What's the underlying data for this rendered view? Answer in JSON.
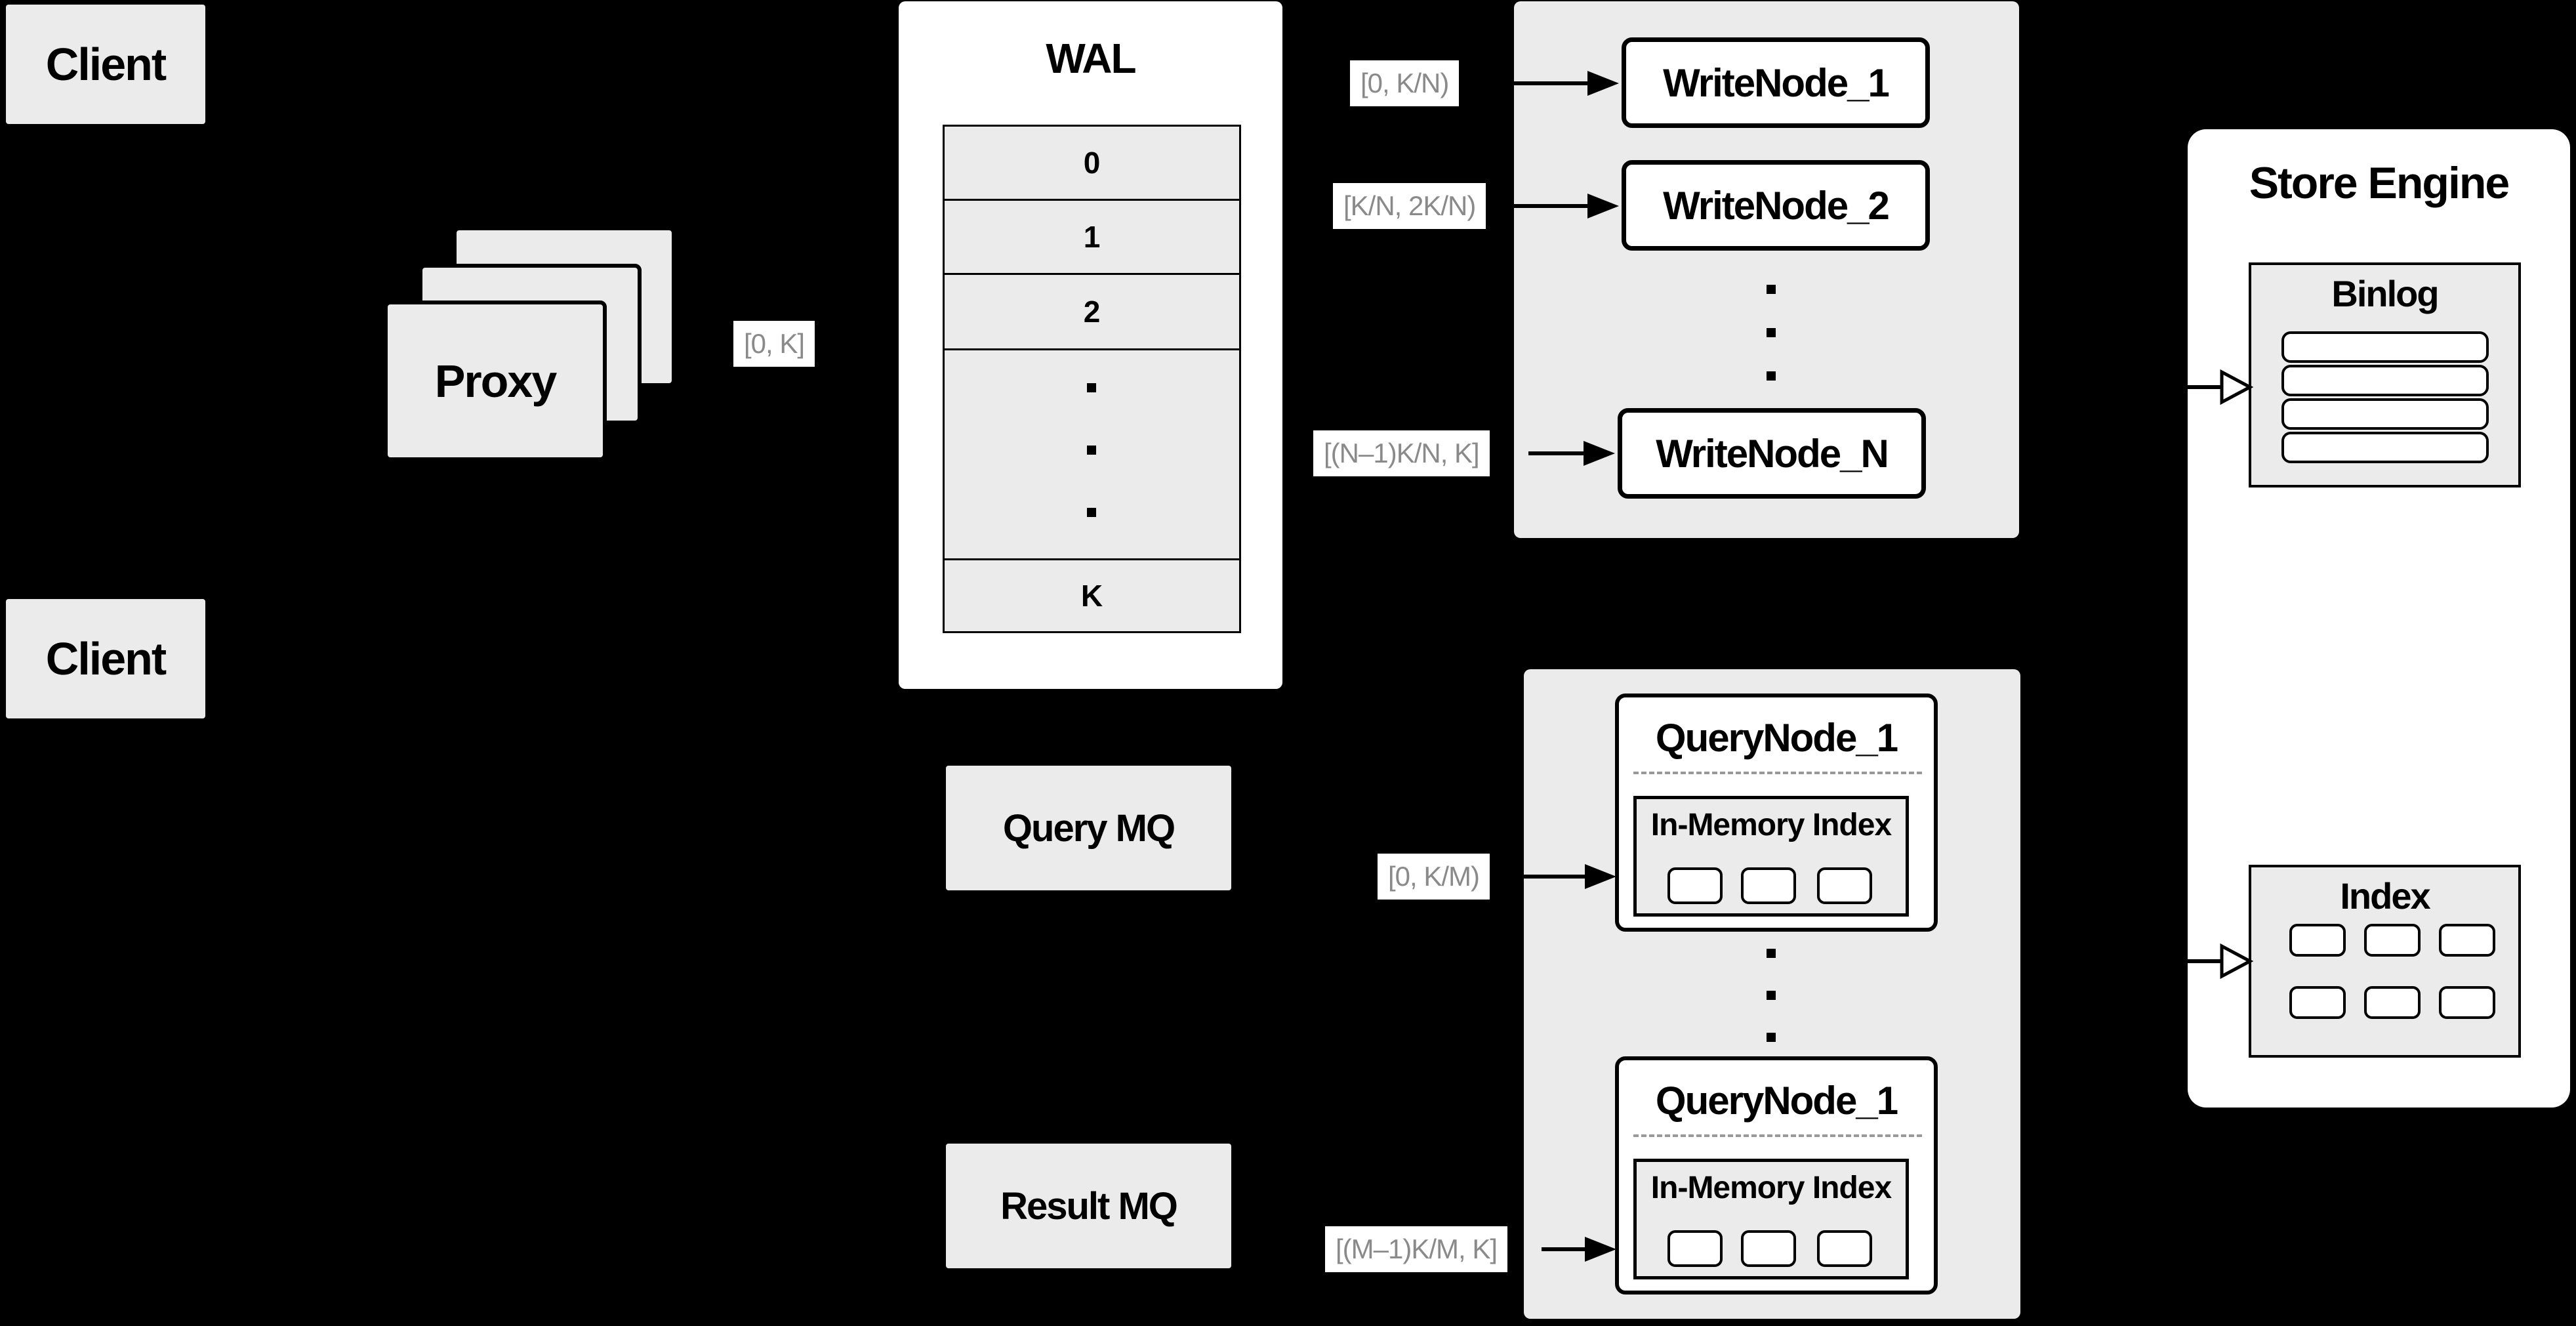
{
  "diagram": {
    "type": "system-architecture",
    "clients": {
      "top": "Client",
      "bottom": "Client"
    },
    "proxy": {
      "label": "Proxy",
      "output_range": "[0, K]"
    },
    "wal": {
      "title": "WAL",
      "segments": [
        "0",
        "1",
        "2",
        "K"
      ]
    },
    "write_nodes": {
      "items": [
        {
          "name": "WriteNode_1",
          "range": "[0, K/N)"
        },
        {
          "name": "WriteNode_2",
          "range": "[K/N, 2K/N)"
        },
        {
          "name": "WriteNode_N",
          "range": "[(N–1)K/N, K]"
        }
      ]
    },
    "mq": {
      "query": "Query MQ",
      "result": "Result MQ"
    },
    "query_nodes": {
      "items": [
        {
          "name": "QueryNode_1",
          "inner": "In-Memory Index",
          "range": "[0, K/M)"
        },
        {
          "name": "QueryNode_1",
          "inner": "In-Memory Index",
          "range": "[(M–1)K/M, K]"
        }
      ]
    },
    "store_engine": {
      "title": "Store Engine",
      "binlog": "Binlog",
      "index": "Index"
    },
    "colors": {
      "background": "#000000",
      "box_fill": "#ebebeb",
      "node_fill": "#ffffff",
      "stroke": "#000000",
      "range_text": "#8a8a8a",
      "dash": "#999999"
    }
  }
}
